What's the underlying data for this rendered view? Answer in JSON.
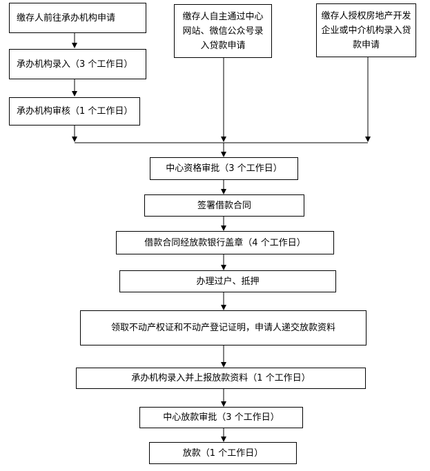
{
  "steps": {
    "apply_at_agency": "缴存人前往承办机构申请",
    "agency_entry": "承办机构录入（3 个工作日）",
    "agency_review": "承办机构审核（1 个工作日）",
    "self_online": "缴存人自主通过中心网站、微信公众号录入贷款申请",
    "authorized_developer": "缴存人授权房地产开发企业或中介机构录入贷款申请",
    "center_approval": "中心资格审批（3 个工作日）",
    "sign_contract": "签署借款合同",
    "bank_seal": "借款合同经放款银行盖章（4 个工作日）",
    "transfer_mortgage": "办理过户、抵押",
    "submit_documents": "领取不动产权证和不动产登记证明，申请人递交放款资料",
    "agency_report": "承办机构录入并上报放款资料（1 个工作日）",
    "center_loan_approval": "中心放款审批（3 个工作日）",
    "disburse": "放款（1 个工作日）"
  }
}
